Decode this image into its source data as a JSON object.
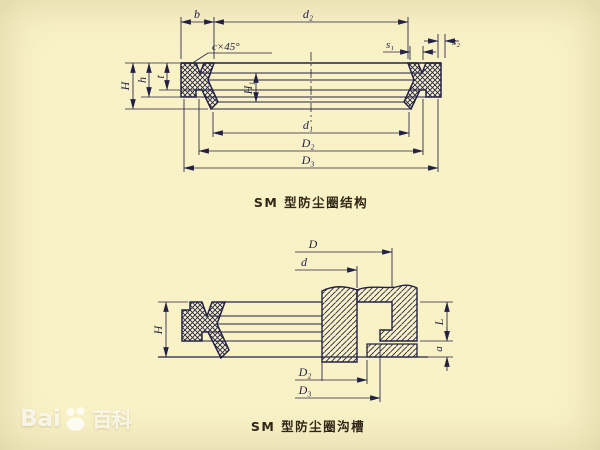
{
  "page": {
    "background": "#f8f1c5",
    "line_color": "#232246",
    "caption_color": "#2f2716"
  },
  "top_diagram": {
    "caption": "SM 型防尘圈结构",
    "labels": {
      "b": "b",
      "d2": "d₂",
      "s1": "s₁",
      "s2": "s₂",
      "chamfer": "c×45°",
      "H": "H",
      "h": "h",
      "t": "t",
      "H1": "H₁",
      "d1": "d₁",
      "D2": "D₂",
      "D3": "D₃"
    }
  },
  "bottom_diagram": {
    "caption": "SM 型防尘圈沟槽",
    "labels": {
      "D": "D",
      "d": "d",
      "H": "H",
      "L": "L",
      "a": "a",
      "D2": "D₂",
      "D3": "D₃"
    }
  },
  "watermark": {
    "prefix": "Bai",
    "suffix": "百科",
    "icon": "paw-icon"
  }
}
